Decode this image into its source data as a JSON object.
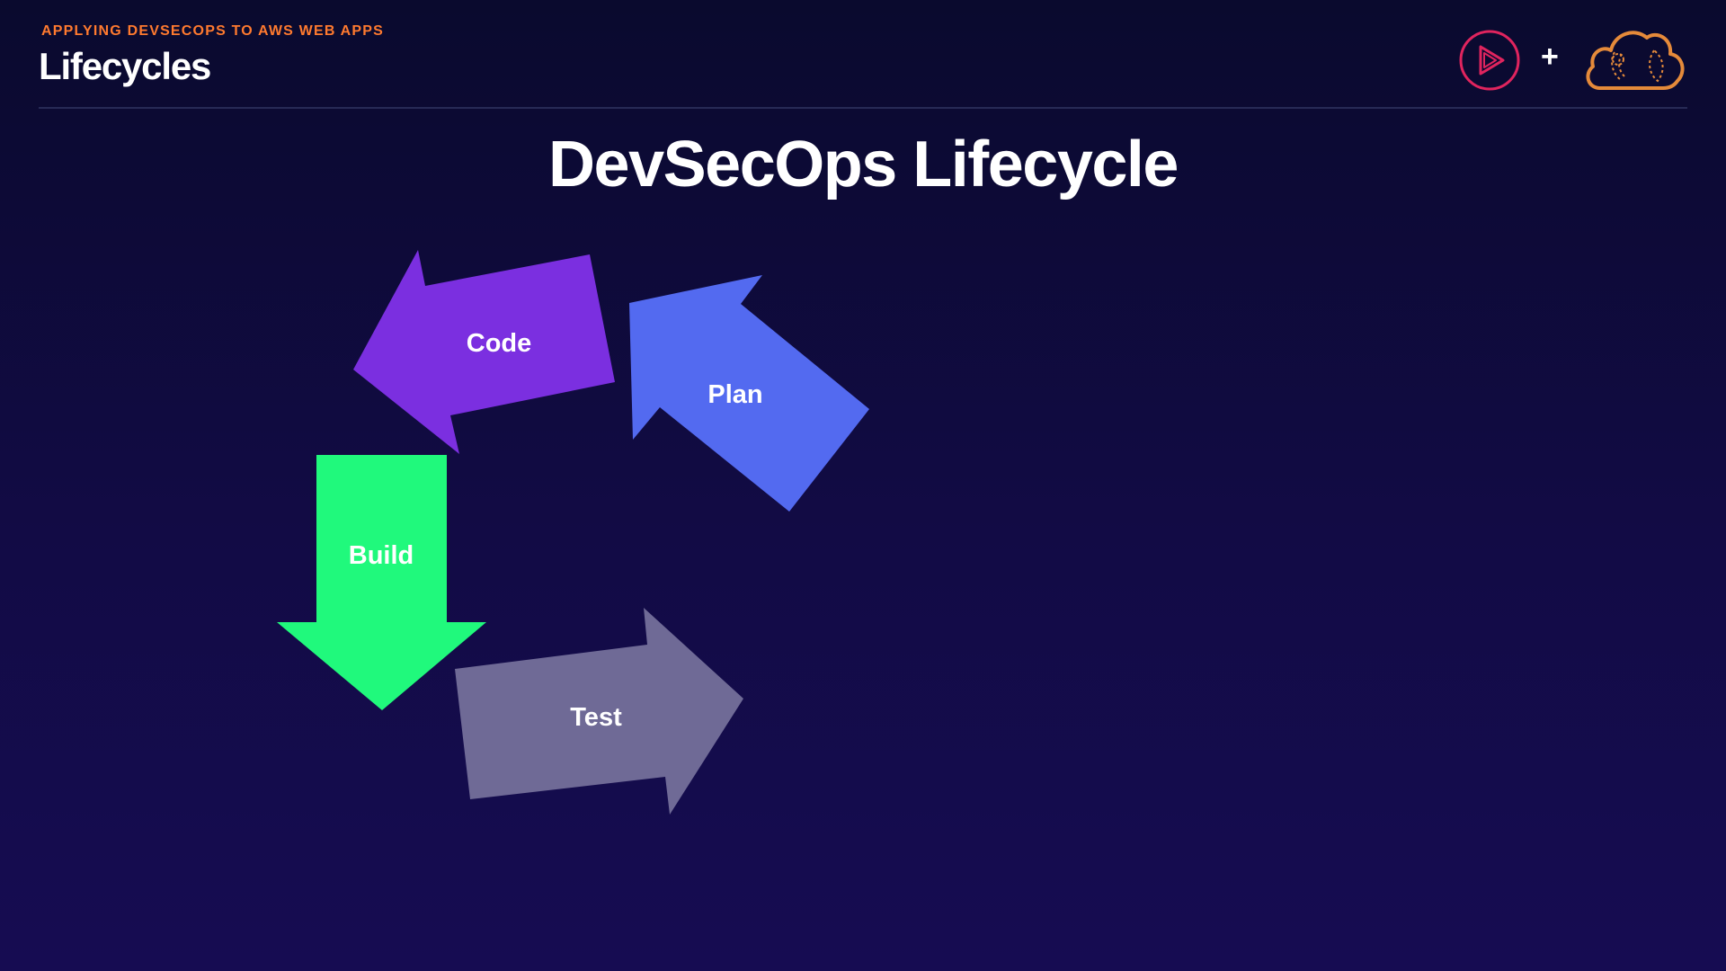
{
  "header": {
    "kicker": "APPLYING DEVSECOPS TO AWS WEB APPS",
    "title": "Lifecycles",
    "plus": "+"
  },
  "icons": {
    "play": "play-circle-icon",
    "cloud": "cloud-icon"
  },
  "colors": {
    "background": "#0a0a2e",
    "kicker": "#ff7a2f",
    "play_logo": "#e0245e",
    "cloud_logo": "#e58a3a",
    "code": "#7b2fe0",
    "plan": "#536af0",
    "build": "#20f97c",
    "test": "#6f6a96"
  },
  "diagram": {
    "title": "DevSecOps Lifecycle",
    "steps": [
      {
        "label": "Plan",
        "color": "#536af0"
      },
      {
        "label": "Code",
        "color": "#7b2fe0"
      },
      {
        "label": "Build",
        "color": "#20f97c"
      },
      {
        "label": "Test",
        "color": "#6f6a96"
      }
    ]
  }
}
